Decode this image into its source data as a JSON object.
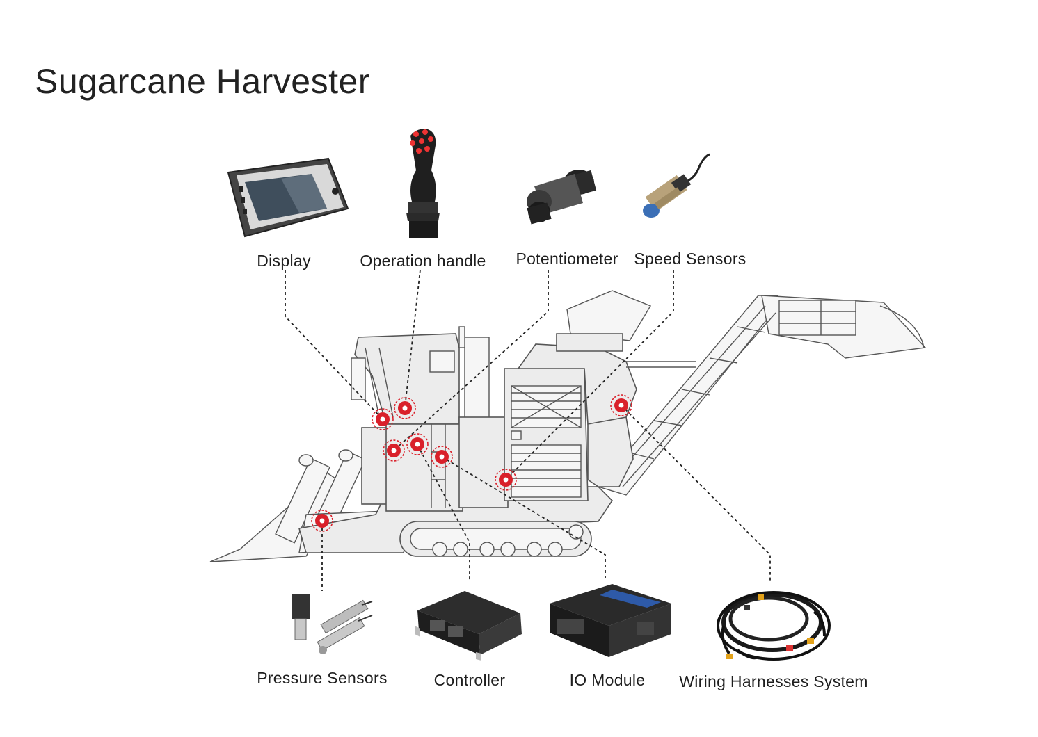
{
  "title": "Sugarcane Harvester",
  "labels": {
    "display": "Display",
    "operation_handle": "Operation handle",
    "potentiometer": "Potentiometer",
    "speed_sensors": "Speed Sensors",
    "pressure_sensors": "Pressure Sensors",
    "controller": "Controller",
    "io_module": "IO Module",
    "wiring": "Wiring Harnesses System"
  },
  "colors": {
    "marker": "#d9202a",
    "leader": "#222222"
  }
}
